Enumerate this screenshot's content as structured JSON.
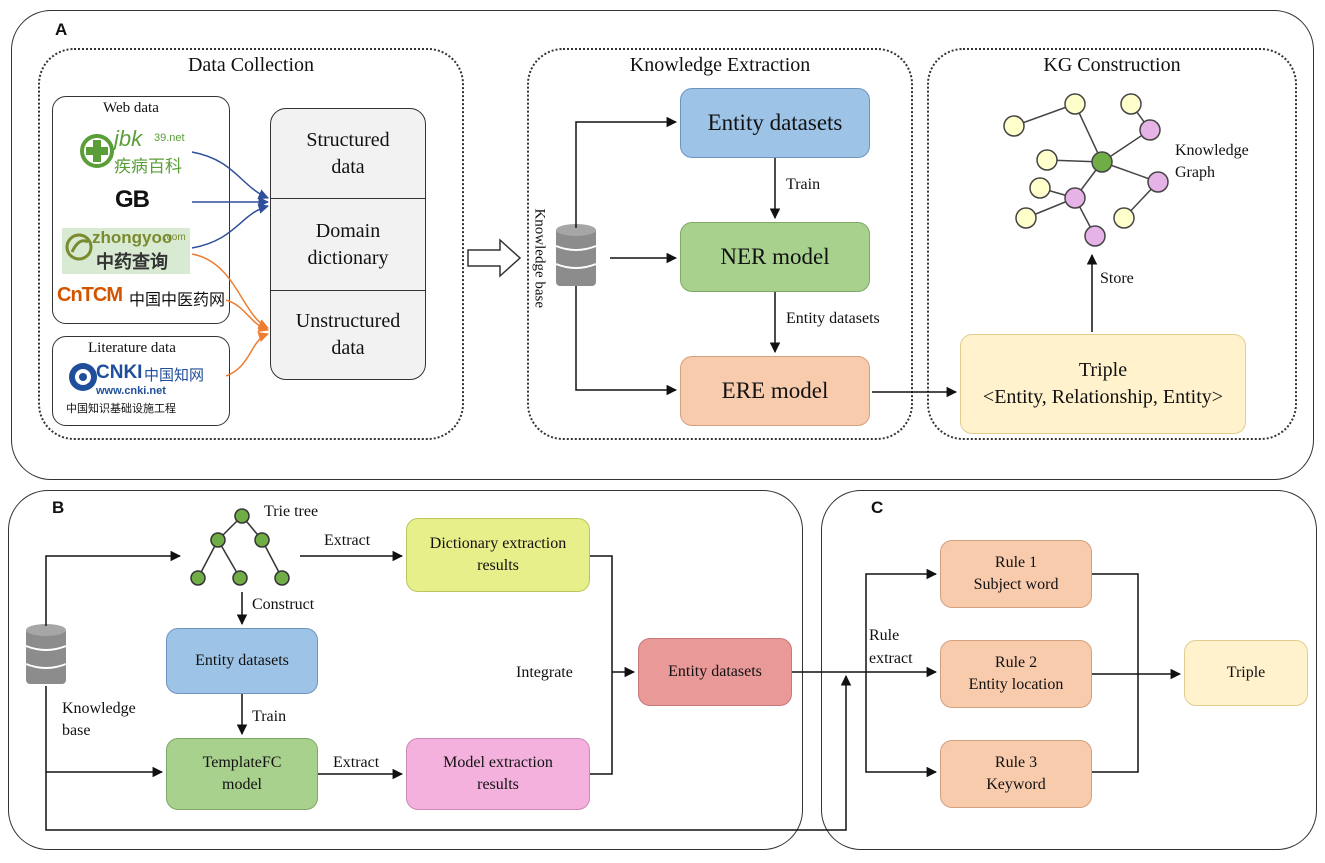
{
  "panels": {
    "a": "A",
    "b": "B",
    "c": "C"
  },
  "section_a": {
    "data_collection": {
      "title": "Data Collection",
      "web_data_label": "Web data",
      "literature_data_label": "Literature data",
      "sources": {
        "jbk_latin": "jbk",
        "jbk_suffix": "39.net",
        "jbk_cn": "疾病百科",
        "gb": "GB",
        "zhongyoo_latin": "zhongyoo",
        "zhongyoo_suffix": ".com",
        "zhongyoo_cn": "中药查询",
        "cntcm_latin": "CnTCM",
        "cntcm_cn": "中国中医药网",
        "cnki_latin": "CNKI",
        "cnki_cn": "中国知网",
        "cnki_url": "www.cnki.net",
        "cnki_sub": "中国知识基础设施工程"
      },
      "types": {
        "structured": "Structured data",
        "domain_dictionary": "Domain dictionary",
        "unstructured": "Unstructured data"
      }
    },
    "knowledge_extraction": {
      "title": "Knowledge Extraction",
      "kb_label": "Knowledge base",
      "entity_datasets": "Entity datasets",
      "train": "Train",
      "ner_model": "NER model",
      "entity_datasets_edge": "Entity datasets",
      "ere_model": "ERE model"
    },
    "kg_construction": {
      "title": "KG Construction",
      "graph_label": "Knowledge Graph",
      "store": "Store",
      "triple_line1": "Triple",
      "triple_line2": "<Entity, Relationship, Entity>"
    }
  },
  "section_b": {
    "trie_tree": "Trie tree",
    "extract_top": "Extract",
    "dictionary_results": "Dictionary extraction results",
    "construct": "Construct",
    "entity_datasets": "Entity datasets",
    "train": "Train",
    "templatefc": "TemplateFC model",
    "extract_bottom": "Extract",
    "model_results": "Model extraction results",
    "integrate": "Integrate",
    "entity_datasets_merged": "Entity datasets",
    "kb_label": "Knowledge base"
  },
  "section_c": {
    "rule_extract": "Rule extract",
    "rule1_title": "Rule 1",
    "rule1_desc": "Subject word",
    "rule2_title": "Rule 2",
    "rule2_desc": "Entity location",
    "rule3_title": "Rule 3",
    "rule3_desc": "Keyword",
    "triple": "Triple"
  },
  "colors": {
    "blue": "#9dc3e6",
    "green": "#a9d18e",
    "orange": "#f8cbad",
    "yellow": "#fff2cc",
    "lime": "#e7ef8b",
    "pink": "#f4b1de",
    "red": "#ea9999",
    "graph_green": "#70ad47",
    "graph_pink": "#e6b3e6",
    "graph_yellow": "#ffffcc"
  }
}
